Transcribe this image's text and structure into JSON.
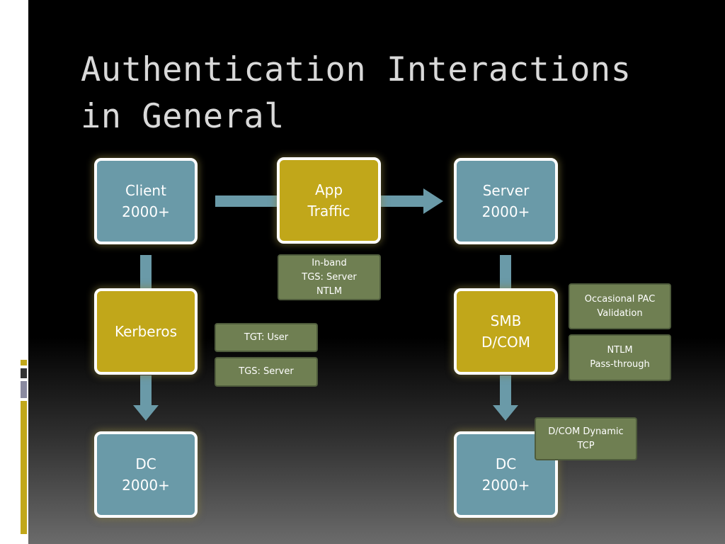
{
  "slide": {
    "title_line1": "Authentication Interactions",
    "title_line2": "in General"
  },
  "colors": {
    "background": "#000000",
    "box_blue": "#6a9aa8",
    "box_gold": "#c1a71a",
    "note_green": "#6f7f52",
    "arrow": "#6a9aa8",
    "title_text": "#d9d9d9"
  },
  "nodes": {
    "client": {
      "line1": "Client",
      "line2": "2000+"
    },
    "app": {
      "line1": "App",
      "line2": "Traffic"
    },
    "server": {
      "line1": "Server",
      "line2": "2000+"
    },
    "kerberos": {
      "line1": "Kerberos"
    },
    "smb": {
      "line1": "SMB",
      "line2": "D/COM"
    },
    "dc_left": {
      "line1": "DC",
      "line2": "2000+"
    },
    "dc_right": {
      "line1": "DC",
      "line2": "2000+"
    }
  },
  "notes": {
    "inband": {
      "line1": "In-band",
      "line2": "TGS: Server",
      "line3": "NTLM"
    },
    "tgt": {
      "line1": "TGT: User"
    },
    "tgs": {
      "line1": "TGS: Server"
    },
    "pac": {
      "line1": "Occasional PAC",
      "line2": "Validation"
    },
    "ntlm_pt": {
      "line1": "NTLM",
      "line2": "Pass-through"
    },
    "dcom": {
      "line1": "D/COM Dynamic",
      "line2": "TCP"
    }
  }
}
